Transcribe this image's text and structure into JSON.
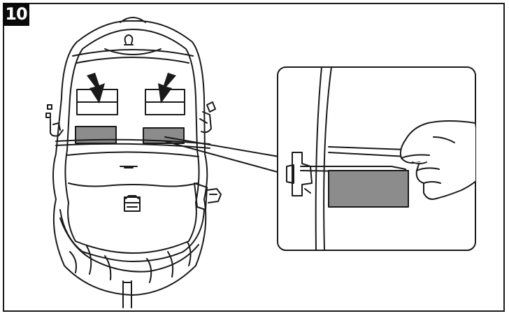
{
  "step": {
    "number": "10"
  },
  "colors": {
    "line": "#1a1a1a",
    "fill_gray": "#8c8c8c",
    "background": "#ffffff"
  },
  "illustration": {
    "arrow_icons": [
      "down-arrow-icon",
      "down-arrow-icon"
    ],
    "gray_panels": 3,
    "detail_callout": "zoomed-detail-view"
  }
}
